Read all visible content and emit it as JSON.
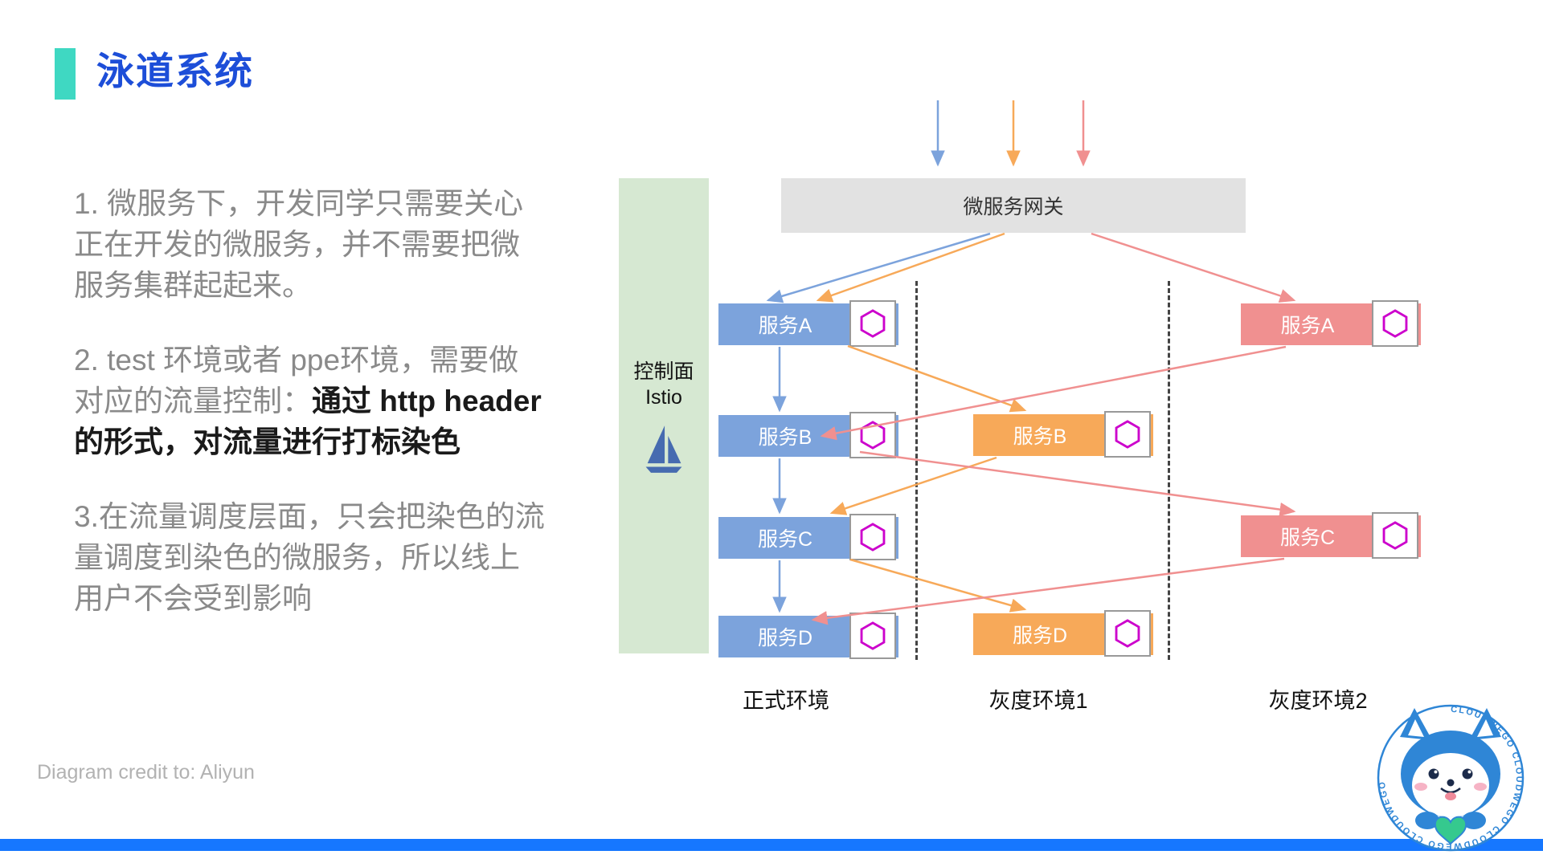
{
  "slide": {
    "title": "泳道系统",
    "credit": "Diagram credit to: Aliyun"
  },
  "notes": {
    "p1": "1. 微服务下，开发同学只需要关心正在开发的微服务，并不需要把微服务集群起起来。",
    "p2_prefix": "2. test 环境或者 ppe环境，需要做对应的流量控制：",
    "p2_emphasis": "通过 http header 的形式，对流量进行打标染色",
    "p3": "3.在流量调度层面，只会把染色的流量调度到染色的微服务，所以线上用户不会受到影响"
  },
  "diagram": {
    "gateway_label": "微服务网关",
    "control_plane": {
      "line1": "控制面",
      "line2": "Istio"
    },
    "columns": [
      "正式环境",
      "灰度环境1",
      "灰度环境2"
    ],
    "services": {
      "prod_a": "服务A",
      "prod_b": "服务B",
      "prod_c": "服务C",
      "prod_d": "服务D",
      "gray1_b": "服务B",
      "gray1_d": "服务D",
      "gray2_a": "服务A",
      "gray2_c": "服务C"
    },
    "colors": {
      "production_blue": "#7ca3dc",
      "gray1_orange": "#f7a959",
      "gray2_pink": "#f09090",
      "control_plane_green": "#d6e8d2",
      "gateway_gray": "#e2e2e2",
      "hexagon_magenta": "#cc00cc",
      "istio_blue": "#466bb0"
    }
  },
  "mascot": {
    "ring_text": "CLOUDWEGO  CLOUDWEGO  CLOUDWEGO  CLOUDWEGO"
  },
  "theme": {
    "title_blue": "#1d4ed8",
    "accent_teal": "#3fd8c2",
    "footer_bar_blue": "#1677ff"
  }
}
